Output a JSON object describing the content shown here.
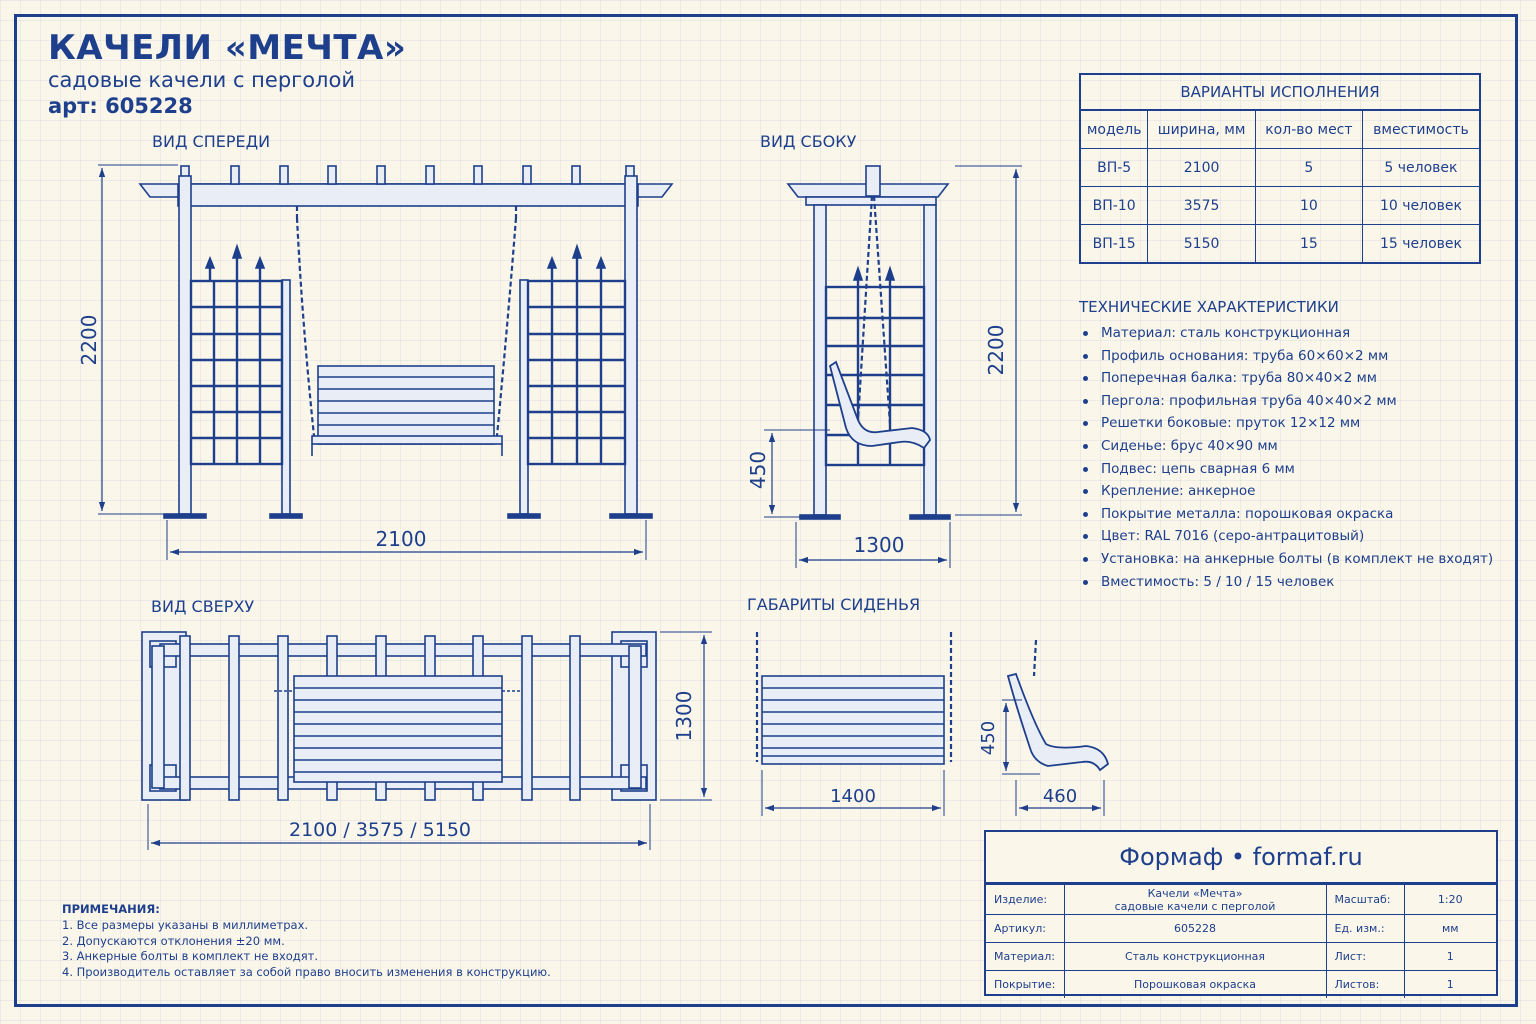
{
  "header": {
    "title": "КАЧЕЛИ «МЕЧТА»",
    "subtitle": "садовые качели с перголой",
    "article": "арт: 605228"
  },
  "views": {
    "front": "ВИД СПЕРЕДИ",
    "side": "ВИД СБОКУ",
    "top": "ВИД СВЕРХУ",
    "seat": "ГАБАРИТЫ СИДЕНЬЯ"
  },
  "dimensions": {
    "front_height": "2200",
    "front_width": "2100",
    "side_height": "2200",
    "side_seat_height": "450",
    "side_depth": "1300",
    "top_depth": "1300",
    "top_width": "2100 / 3575 / 5150",
    "seat_width": "1400",
    "seat_height": "450",
    "seat_depth": "460"
  },
  "variants": {
    "caption": "ВАРИАНТЫ ИСПОЛНЕНИЯ",
    "headers": [
      "модель",
      "ширина, мм",
      "кол-во мест",
      "вместимость"
    ],
    "rows": [
      [
        "ВП-5",
        "2100",
        "5",
        "5 человек"
      ],
      [
        "ВП-10",
        "3575",
        "10",
        "10 человек"
      ],
      [
        "ВП-15",
        "5150",
        "15",
        "15 человек"
      ]
    ]
  },
  "specs": {
    "heading": "ТЕХНИЧЕСКИЕ ХАРАКТЕРИСТИКИ",
    "items": [
      "Материал: сталь конструкционная",
      "Профиль основания: труба 60×60×2 мм",
      "Поперечная балка: труба 80×40×2 мм",
      "Пергола: профильная труба 40×40×2 мм",
      "Решетки боковые: пруток 12×12 мм",
      "Сиденье: брус 40×90 мм",
      "Подвес: цепь сварная 6 мм",
      "Крепление: анкерное",
      "Покрытие металла: порошковая окраска",
      "Цвет: RAL 7016 (серо-антрацитовый)",
      "Установка: на анкерные болты (в комплект не входят)",
      "Вместимость: 5 / 10 / 15 человек"
    ]
  },
  "notes": {
    "heading": "ПРИМЕЧАНИЯ:",
    "items": [
      "1.  Все размеры указаны в миллиметрах.",
      "2.  Допускаются отклонения ±20 мм.",
      "3.  Анкерные болты в комплект не входят.",
      "4.  Производитель оставляет за собой право вносить изменения в конструкцию."
    ]
  },
  "titleblock": {
    "brand": "Формаф • formaf.ru",
    "product_label": "Изделие:",
    "product_line1": "Качели «Мечта»",
    "product_line2": "садовые качели с перголой",
    "article_label": "Артикул:",
    "article_value": "605228",
    "material_label": "Материал:",
    "material_value": "Сталь конструкционная",
    "coating_label": "Покрытие:",
    "coating_value": "Порошковая окраска",
    "scale_label": "Масштаб:",
    "scale_value": "1:20",
    "units_label": "Ед. изм.:",
    "units_value": "мм",
    "sheet_label": "Лист:",
    "sheet_value": "1",
    "sheets_label": "Листов:",
    "sheets_value": "1"
  },
  "colors": {
    "ink": "#1d3f8c",
    "paper": "#fbf6ea",
    "metal": "#e9edf5"
  }
}
